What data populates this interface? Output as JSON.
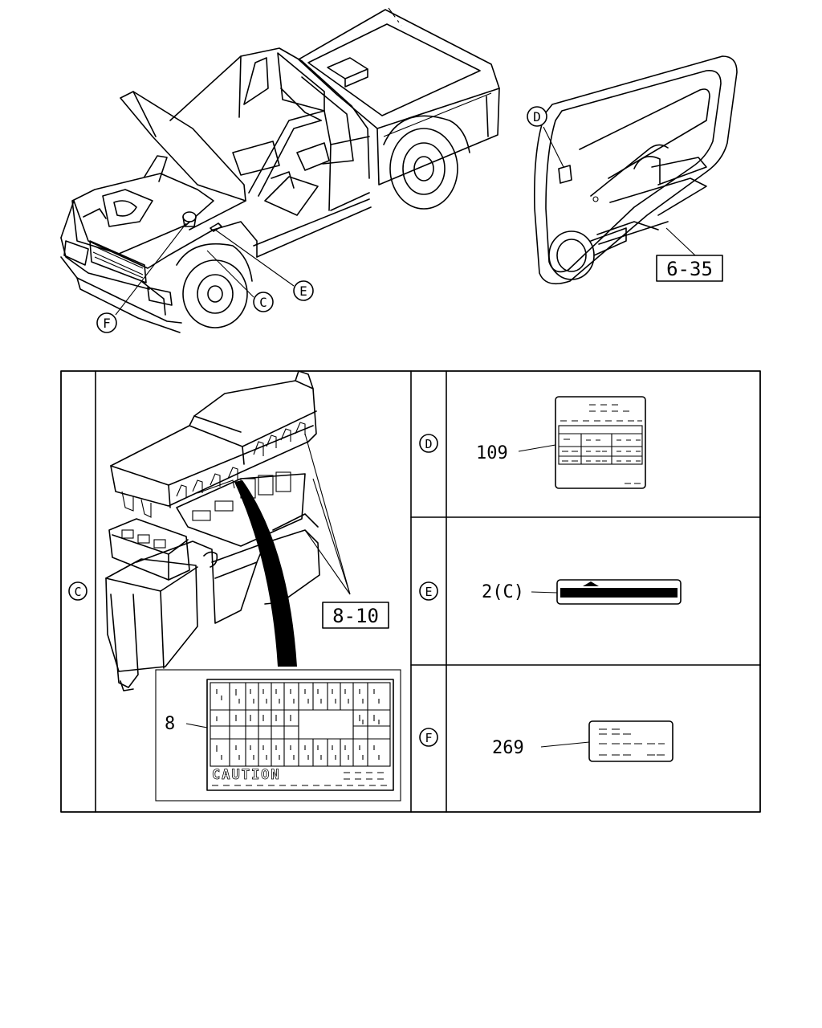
{
  "callouts": {
    "c": "C",
    "d": "D",
    "e": "E",
    "f": "F"
  },
  "ref_boxes": {
    "door_trim": "6-35",
    "fuse_box": "8-10"
  },
  "part_numbers": {
    "fuse_caution_label": "8",
    "door_label": "109",
    "hood_label": "2(C)",
    "engine_label": "269"
  },
  "label_text": {
    "caution": "CAUTION"
  }
}
